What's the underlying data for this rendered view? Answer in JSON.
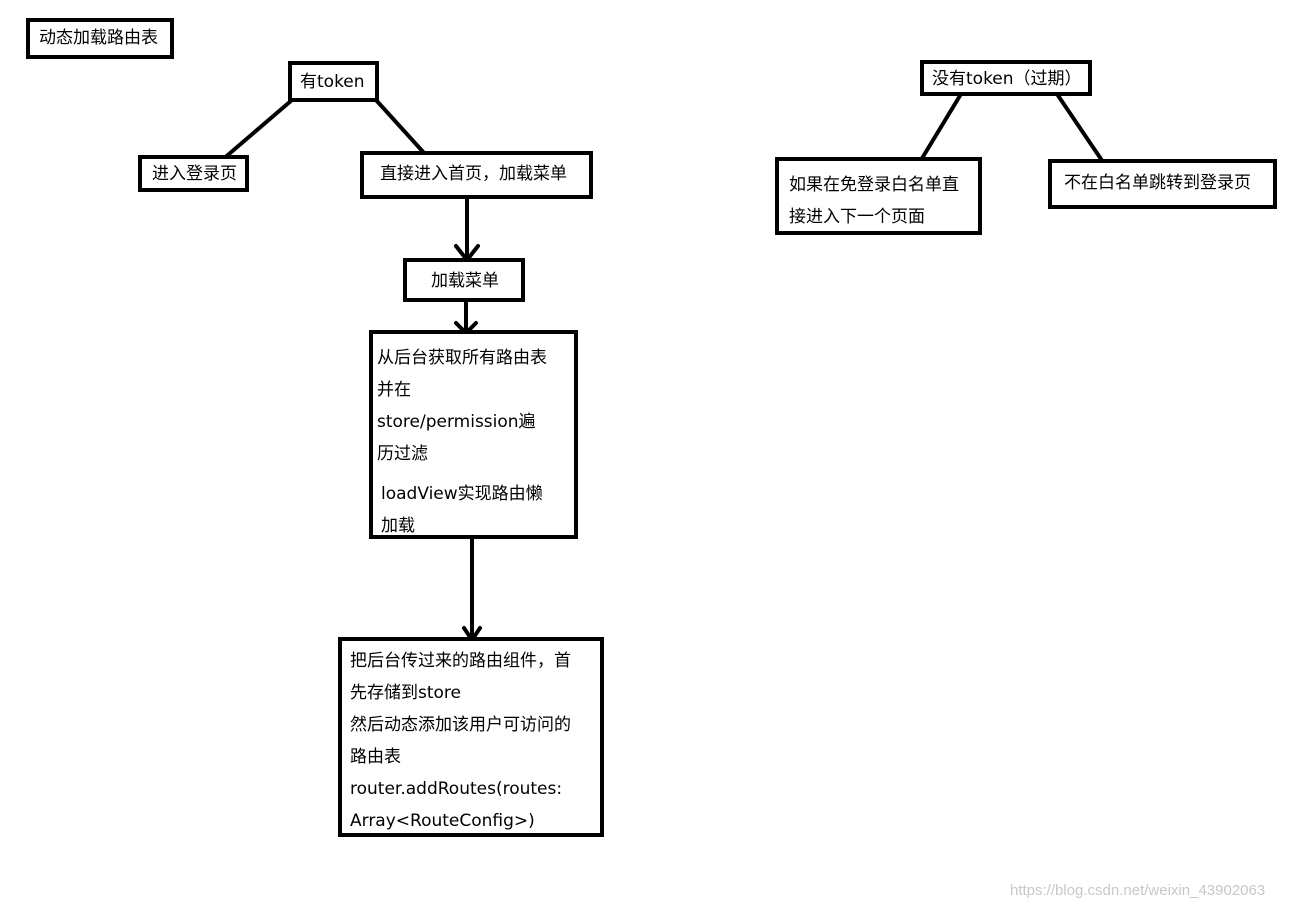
{
  "title": "动态加载路由表",
  "has_token": {
    "label": "有token",
    "left": "进入登录页",
    "right": "直接进入首页，加载菜单",
    "load_menu": "加载菜单",
    "fetch": {
      "line1": "从后台获取所有路由表",
      "line2": "并在",
      "line3": "store/permission遍",
      "line4": "历过滤",
      "line5": "loadView实现路由懒",
      "line6": "加载"
    },
    "add_routes": {
      "line1": "把后台传过来的路由组件，首",
      "line2": "先存储到store",
      "line3": "然后动态添加该用户可访问的",
      "line4": "路由表",
      "line5": "router.addRoutes(routes:",
      "line6": "Array<RouteConfig>)"
    }
  },
  "no_token": {
    "label": "没有token（过期）",
    "whitelist": {
      "line1": "如果在免登录白名单直",
      "line2": "接进入下一个页面"
    },
    "not_whitelist": "不在白名单跳转到登录页"
  },
  "watermark": "https://blog.csdn.net/weixin_43902063"
}
